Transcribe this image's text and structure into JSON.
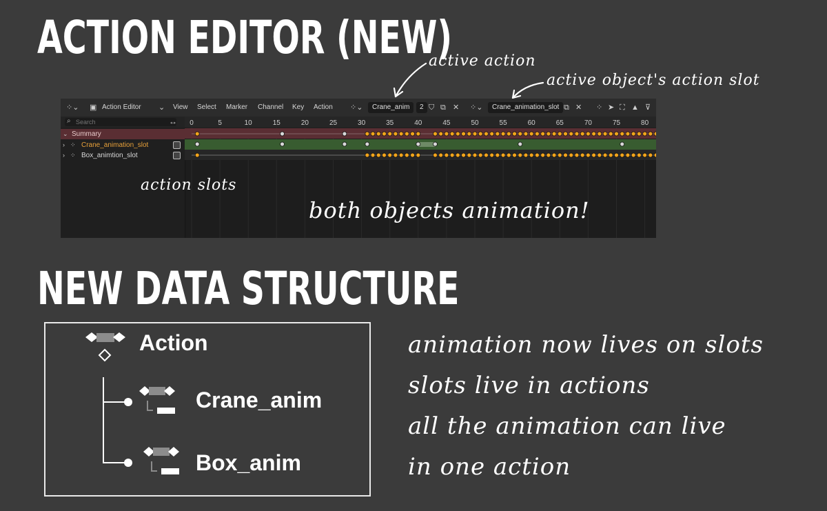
{
  "headings": {
    "editor": "ACTION EDITOR (NEW)",
    "structure": "NEW DATA STRUCTURE"
  },
  "annotations": {
    "active_action": "active action",
    "active_slot": "active object's action slot",
    "action_slots": "action slots",
    "both_objects": "both objects animation!"
  },
  "editor": {
    "mode": "Action Editor",
    "menus": [
      "View",
      "Select",
      "Marker",
      "Channel",
      "Key",
      "Action"
    ],
    "action_name": "Crane_anim",
    "action_users": "2",
    "slot_name": "Crane_animation_slot",
    "search_placeholder": "Search",
    "ruler_ticks": [
      "0",
      "5",
      "10",
      "15",
      "20",
      "25",
      "30",
      "35",
      "40",
      "45",
      "50",
      "55",
      "60",
      "65",
      "70",
      "75",
      "80"
    ],
    "channels": {
      "summary": "Summary",
      "slot1": "Crane_animation_slot",
      "slot2": "Box_animtion_slot"
    },
    "colors": {
      "summary_row": "#5a2e33",
      "slot1_row": "#385c30",
      "slot1_text": "#e8a13a",
      "keyframe_selected": "#f2a41c",
      "keyframe_unselected": "#d8d8d8"
    }
  },
  "structure": {
    "root": "Action",
    "children": [
      "Crane_anim",
      "Box_anim"
    ]
  },
  "notes": [
    "animation now lives on slots",
    "slots live in actions",
    "all the animation can live",
    "in one action"
  ]
}
